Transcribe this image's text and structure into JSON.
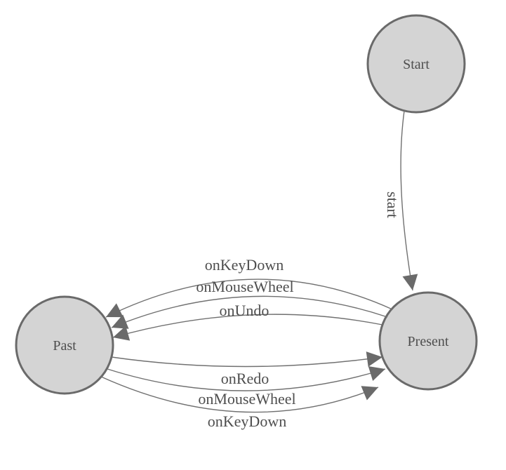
{
  "diagram": {
    "type": "state-machine",
    "colors": {
      "background": "#ffffff",
      "node_fill": "#d4d4d4",
      "node_stroke": "#6a6a6a",
      "edge_stroke": "#707070",
      "arrow_fill": "#6a6a6a",
      "label_text": "#4e4e4e"
    },
    "nodes": [
      {
        "id": "start",
        "label": "Start"
      },
      {
        "id": "present",
        "label": "Present"
      },
      {
        "id": "past",
        "label": "Past"
      }
    ],
    "edges": [
      {
        "from": "start",
        "to": "present",
        "label": "start"
      },
      {
        "from": "present",
        "to": "past",
        "label": "onKeyDown"
      },
      {
        "from": "present",
        "to": "past",
        "label": "onMouseWheel"
      },
      {
        "from": "present",
        "to": "past",
        "label": "onUndo"
      },
      {
        "from": "past",
        "to": "present",
        "label": "onRedo"
      },
      {
        "from": "past",
        "to": "present",
        "label": "onMouseWheel"
      },
      {
        "from": "past",
        "to": "present",
        "label": "onKeyDown"
      }
    ]
  }
}
